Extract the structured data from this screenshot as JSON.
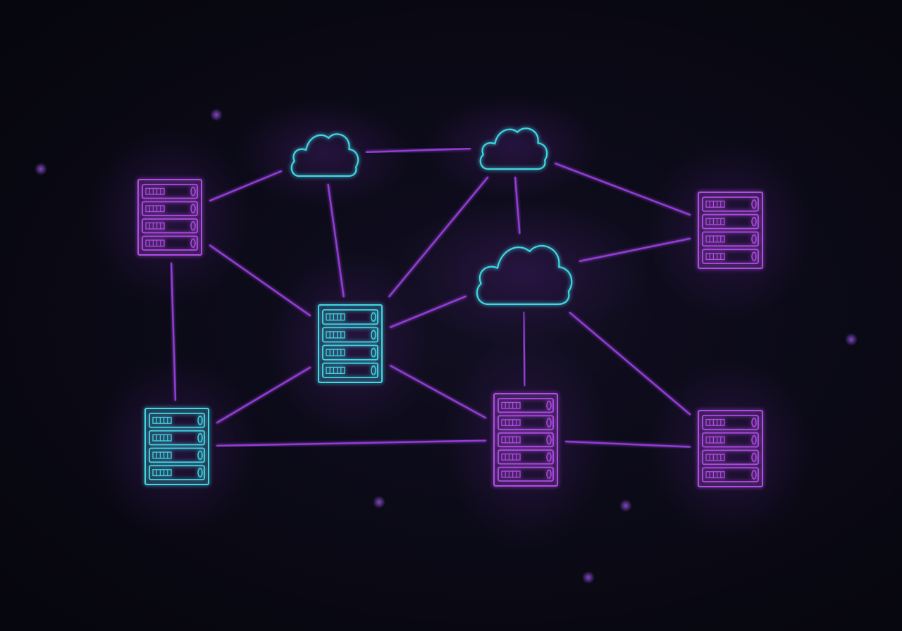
{
  "colors": {
    "background": "#0b0a17",
    "purple": "#b14be6",
    "cyan": "#3fd6e4",
    "link": "#9a3fe0"
  },
  "nodes": [
    {
      "id": "server-top-left",
      "kind": "server",
      "color": "purple"
    },
    {
      "id": "cloud-top-left",
      "kind": "cloud",
      "color": "cyan"
    },
    {
      "id": "cloud-top-center",
      "kind": "cloud",
      "color": "cyan"
    },
    {
      "id": "cloud-center",
      "kind": "cloud",
      "color": "cyan"
    },
    {
      "id": "server-top-right",
      "kind": "server",
      "color": "purple"
    },
    {
      "id": "server-center",
      "kind": "server",
      "color": "cyan"
    },
    {
      "id": "server-bottom-left",
      "kind": "server",
      "color": "cyan"
    },
    {
      "id": "server-bottom-center",
      "kind": "server",
      "color": "purple"
    },
    {
      "id": "server-bottom-right",
      "kind": "server",
      "color": "purple"
    }
  ],
  "links": [
    [
      "server-top-left",
      "cloud-top-left"
    ],
    [
      "server-top-left",
      "server-center"
    ],
    [
      "server-top-left",
      "server-bottom-left"
    ],
    [
      "cloud-top-left",
      "cloud-top-center"
    ],
    [
      "cloud-top-left",
      "server-center"
    ],
    [
      "cloud-top-center",
      "server-center"
    ],
    [
      "cloud-top-center",
      "cloud-center"
    ],
    [
      "cloud-top-center",
      "server-top-right"
    ],
    [
      "cloud-center",
      "server-top-right"
    ],
    [
      "cloud-center",
      "server-center"
    ],
    [
      "cloud-center",
      "server-bottom-center"
    ],
    [
      "cloud-center",
      "server-bottom-right"
    ],
    [
      "server-top-right",
      "server-bottom-right"
    ],
    [
      "server-center",
      "server-bottom-left"
    ],
    [
      "server-center",
      "server-bottom-center"
    ],
    [
      "server-bottom-left",
      "server-bottom-center"
    ],
    [
      "server-bottom-center",
      "server-bottom-right"
    ]
  ]
}
